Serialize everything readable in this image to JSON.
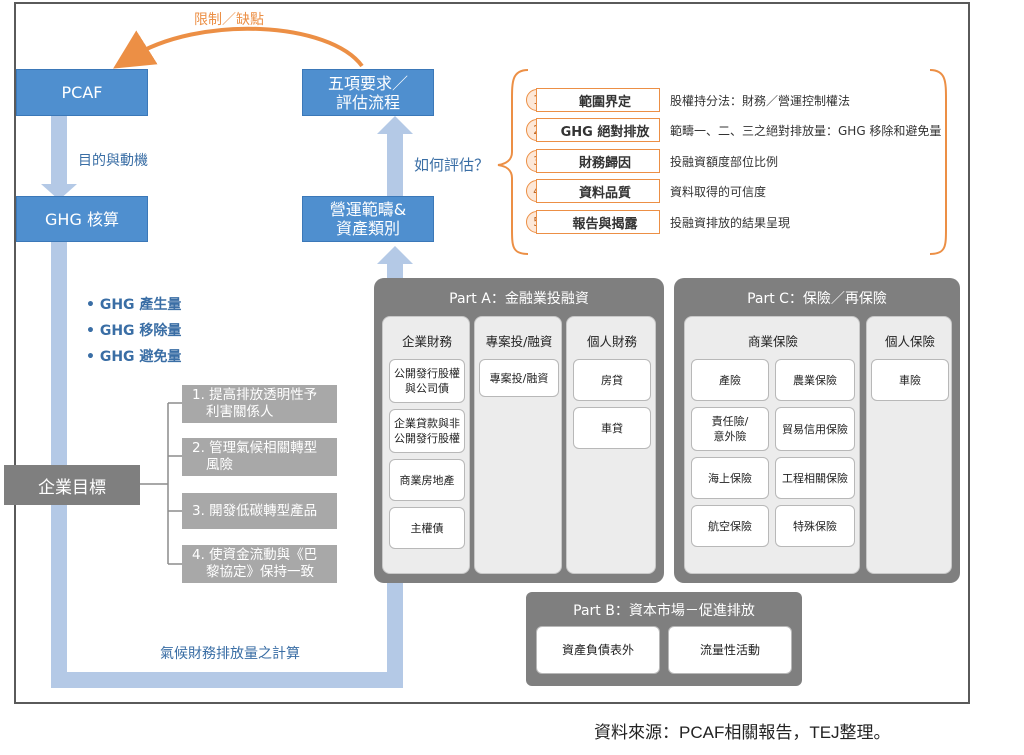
{
  "diagram": {
    "pcaf": "PCAF",
    "ghg_accounting": "GHG 核算",
    "five_requirements": [
      "五項要求／",
      "評估流程"
    ],
    "operating_scope": [
      "營運範疇&",
      "資產類別"
    ],
    "limits_label": "限制／缺點",
    "purpose_label": "目的與動機",
    "how_evaluate_label": "如何評估？",
    "ghg_bullets": [
      "GHG 產生量",
      "GHG 移除量",
      "GHG 避免量"
    ],
    "corporate_goal": "企業目標",
    "goals": [
      [
        "1. 提高排放透明性予",
        "利害關係人"
      ],
      [
        "2. 管理氣候相關轉型",
        "風險"
      ],
      [
        "3. 開發低碳轉型產品"
      ],
      [
        "4. 使資金流動與《巴",
        "黎協定》保持一致"
      ]
    ],
    "bottom_label": "氣候財務排放量之計算",
    "requirements": [
      {
        "num": "1",
        "label": "範圍界定",
        "desc": "股權持分法：財務／營運控制權法"
      },
      {
        "num": "2",
        "label": "GHG 絕對排放",
        "desc": "範疇一、二、三之絕對排放量：GHG 移除和避免量"
      },
      {
        "num": "3",
        "label": "財務歸因",
        "desc": "投融資額度部位比例"
      },
      {
        "num": "4",
        "label": "資料品質",
        "desc": "資料取得的可信度"
      },
      {
        "num": "5",
        "label": "報告與揭露",
        "desc": "投融資排放的結果呈現"
      }
    ],
    "part_a": {
      "title": "Part A：金融業投融資",
      "columns": [
        {
          "title": "企業財務",
          "items": [
            [
              "公開發行股權",
              "與公司債"
            ],
            [
              "企業貸款與非",
              "公開發行股權"
            ],
            [
              "商業房地產"
            ],
            [
              "主權債"
            ]
          ]
        },
        {
          "title": "專案投/融資",
          "items": [
            [
              "專案投/融資"
            ]
          ]
        },
        {
          "title": "個人財務",
          "items": [
            [
              "房貸"
            ],
            [
              "車貸"
            ]
          ]
        }
      ]
    },
    "part_c": {
      "title": "Part C：保險／再保險",
      "commercial": {
        "title": "商業保險",
        "items": [
          [
            "產險"
          ],
          [
            "農業保險"
          ],
          [
            "責任險/",
            "意外險"
          ],
          [
            "貿易信用保險"
          ],
          [
            "海上保險"
          ],
          [
            "工程相關保險"
          ],
          [
            "航空保險"
          ],
          [
            "特殊保險"
          ]
        ]
      },
      "personal": {
        "title": "個人保險",
        "items": [
          [
            "車險"
          ]
        ]
      }
    },
    "part_b": {
      "title": "Part B：資本市場－促進排放",
      "items": [
        "資產負債表外",
        "流量性活動"
      ]
    }
  },
  "footer": "資料來源：PCAF相關報告，TEJ整理。",
  "colors": {
    "blue": "#4f8fcf",
    "orange": "#ec8f45",
    "grey": "#7f7f7f",
    "arrow": "#b4c9e6"
  }
}
